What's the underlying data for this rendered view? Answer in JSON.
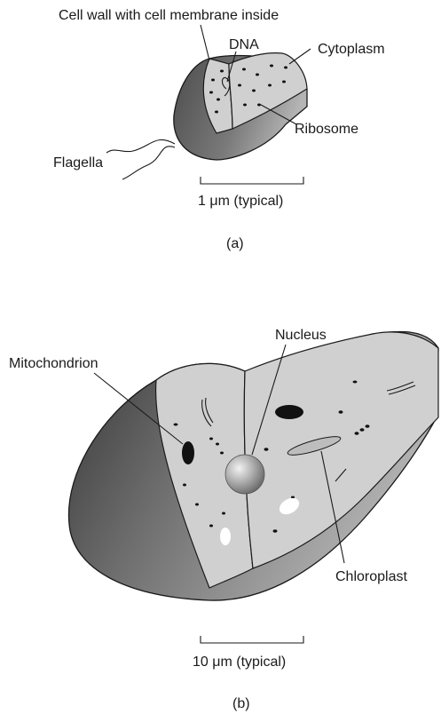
{
  "panel_a": {
    "labels": {
      "cell_wall": "Cell wall with cell membrane inside",
      "dna": "DNA",
      "cytoplasm": "Cytoplasm",
      "ribosome": "Ribosome",
      "flagella": "Flagella"
    },
    "scale": "1 μm (typical)",
    "caption": "(a)"
  },
  "panel_b": {
    "labels": {
      "nucleus": "Nucleus",
      "mitochondrion": "Mitochondrion",
      "chloroplast": "Chloroplast"
    },
    "scale": "10 μm (typical)",
    "caption": "(b)"
  },
  "colors": {
    "cytoplasm_fill": "#d0d0d0",
    "shell_dark": "#5a5a5a",
    "shell_light": "#a8a8a8",
    "organelle": "#111111"
  }
}
